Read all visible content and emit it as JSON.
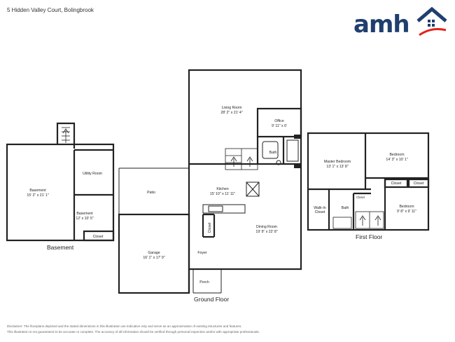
{
  "header": {
    "address": "5 Hidden Valley Court, Bolingbrook"
  },
  "logo": {
    "text": "amh",
    "roof_color": "#1f3f6e",
    "swoosh_color": "#e2231a"
  },
  "colors": {
    "wall": "#222222",
    "stair": "#222222"
  },
  "floors": {
    "basement": "Basement",
    "ground": "Ground Floor",
    "first": "First Floor"
  },
  "rooms": {
    "basement_main": {
      "name": "Basement",
      "dims": "15' 2\" x 21' 1\""
    },
    "utility": {
      "name": "Utility Room"
    },
    "basement_small": {
      "name": "Basement",
      "dims": "12' x 10' 5\""
    },
    "basement_closet": {
      "name": "Closet"
    },
    "patio": {
      "name": "Patio"
    },
    "garage": {
      "name": "Garage",
      "dims": "16' 1\" x 17' 9\""
    },
    "living": {
      "name": "Living Room",
      "dims": "28' 2\" x 21' 4\""
    },
    "office": {
      "name": "Office",
      "dims": "9' 11\" x 6'"
    },
    "ground_bath": {
      "name": "Bath"
    },
    "kitchen": {
      "name": "Kitchen",
      "dims": "15' 10\" x 11' 11\""
    },
    "kitchen_closet": {
      "name": "Closet"
    },
    "dining": {
      "name": "Dining Room",
      "dims": "19' 9\" x 22' 8\""
    },
    "foyer": {
      "name": "Foyer"
    },
    "porch": {
      "name": "Porch"
    },
    "master": {
      "name": "Master Bedroom",
      "dims": "13' 1\" x 13' 8\""
    },
    "bedroom1": {
      "name": "Bedroom",
      "dims": "14' 3\" x 10' 1\""
    },
    "closet_a": {
      "name": "Closet"
    },
    "closet_b": {
      "name": "Closet"
    },
    "walkin": {
      "name": "Walk-In Closet"
    },
    "first_bath": {
      "name": "Bath"
    },
    "small_closet": {
      "name": "Closet"
    },
    "bedroom2": {
      "name": "Bedroom",
      "dims": "9' 8\" x 9' 11\""
    }
  },
  "disclaimer": {
    "line1": "Disclaimer: The floorplans depicted and the stated dimensions in this illustration are indicative only and serve as an approximation of existing structures and features.",
    "line2": "This illustration is not guaranteed to be accurate or complete. The accuracy of all information should be verified through personal inspection and/or with appropriate professionals."
  }
}
